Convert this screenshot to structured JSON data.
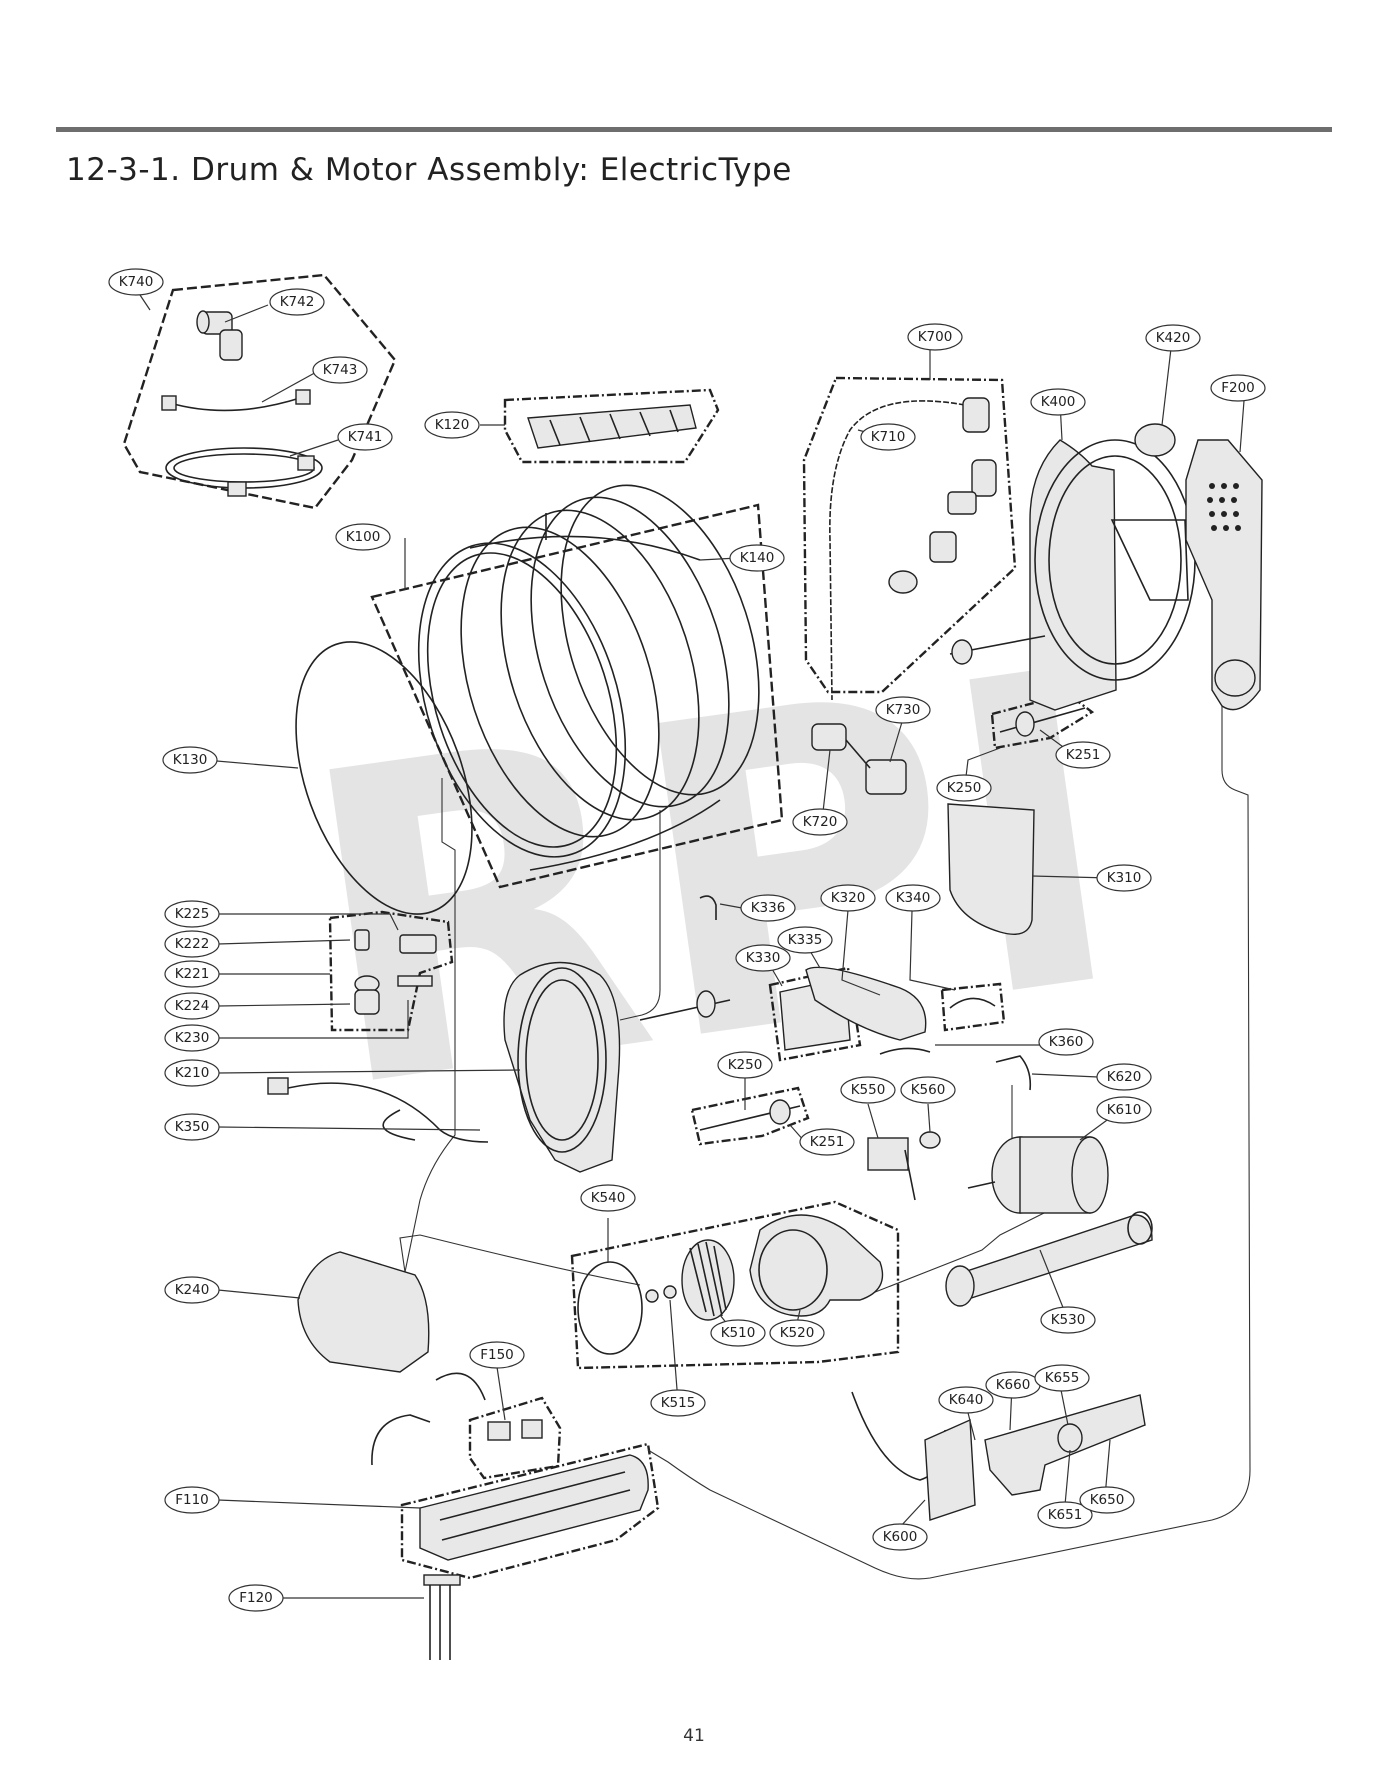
{
  "page": {
    "title": "12-3-1. Drum & Motor Assembly: ElectricType",
    "page_number": "41",
    "watermark": "RPI"
  },
  "labels": {
    "K740": "K740",
    "K742": "K742",
    "K743": "K743",
    "K741": "K741",
    "K120": "K120",
    "K100": "K100",
    "K140": "K140",
    "K130": "K130",
    "K700": "K700",
    "K710": "K710",
    "K420": "K420",
    "K400": "K400",
    "F200": "F200",
    "K730": "K730",
    "K720": "K720",
    "K250a": "K250",
    "K251a": "K251",
    "K310": "K310",
    "K225": "K225",
    "K222": "K222",
    "K221": "K221",
    "K224": "K224",
    "K230": "K230",
    "K210": "K210",
    "K350": "K350",
    "K336": "K336",
    "K320": "K320",
    "K340": "K340",
    "K335": "K335",
    "K330": "K330",
    "K360": "K360",
    "K250b": "K250",
    "K251b": "K251",
    "K620": "K620",
    "K550": "K550",
    "K560": "K560",
    "K610": "K610",
    "K540": "K540",
    "K510": "K510",
    "K520": "K520",
    "K515": "K515",
    "K530": "K530",
    "K240": "K240",
    "F150": "F150",
    "F110": "F110",
    "F120": "F120",
    "K640": "K640",
    "K660": "K660",
    "K655": "K655",
    "K651": "K651",
    "K650": "K650",
    "K600": "K600"
  }
}
